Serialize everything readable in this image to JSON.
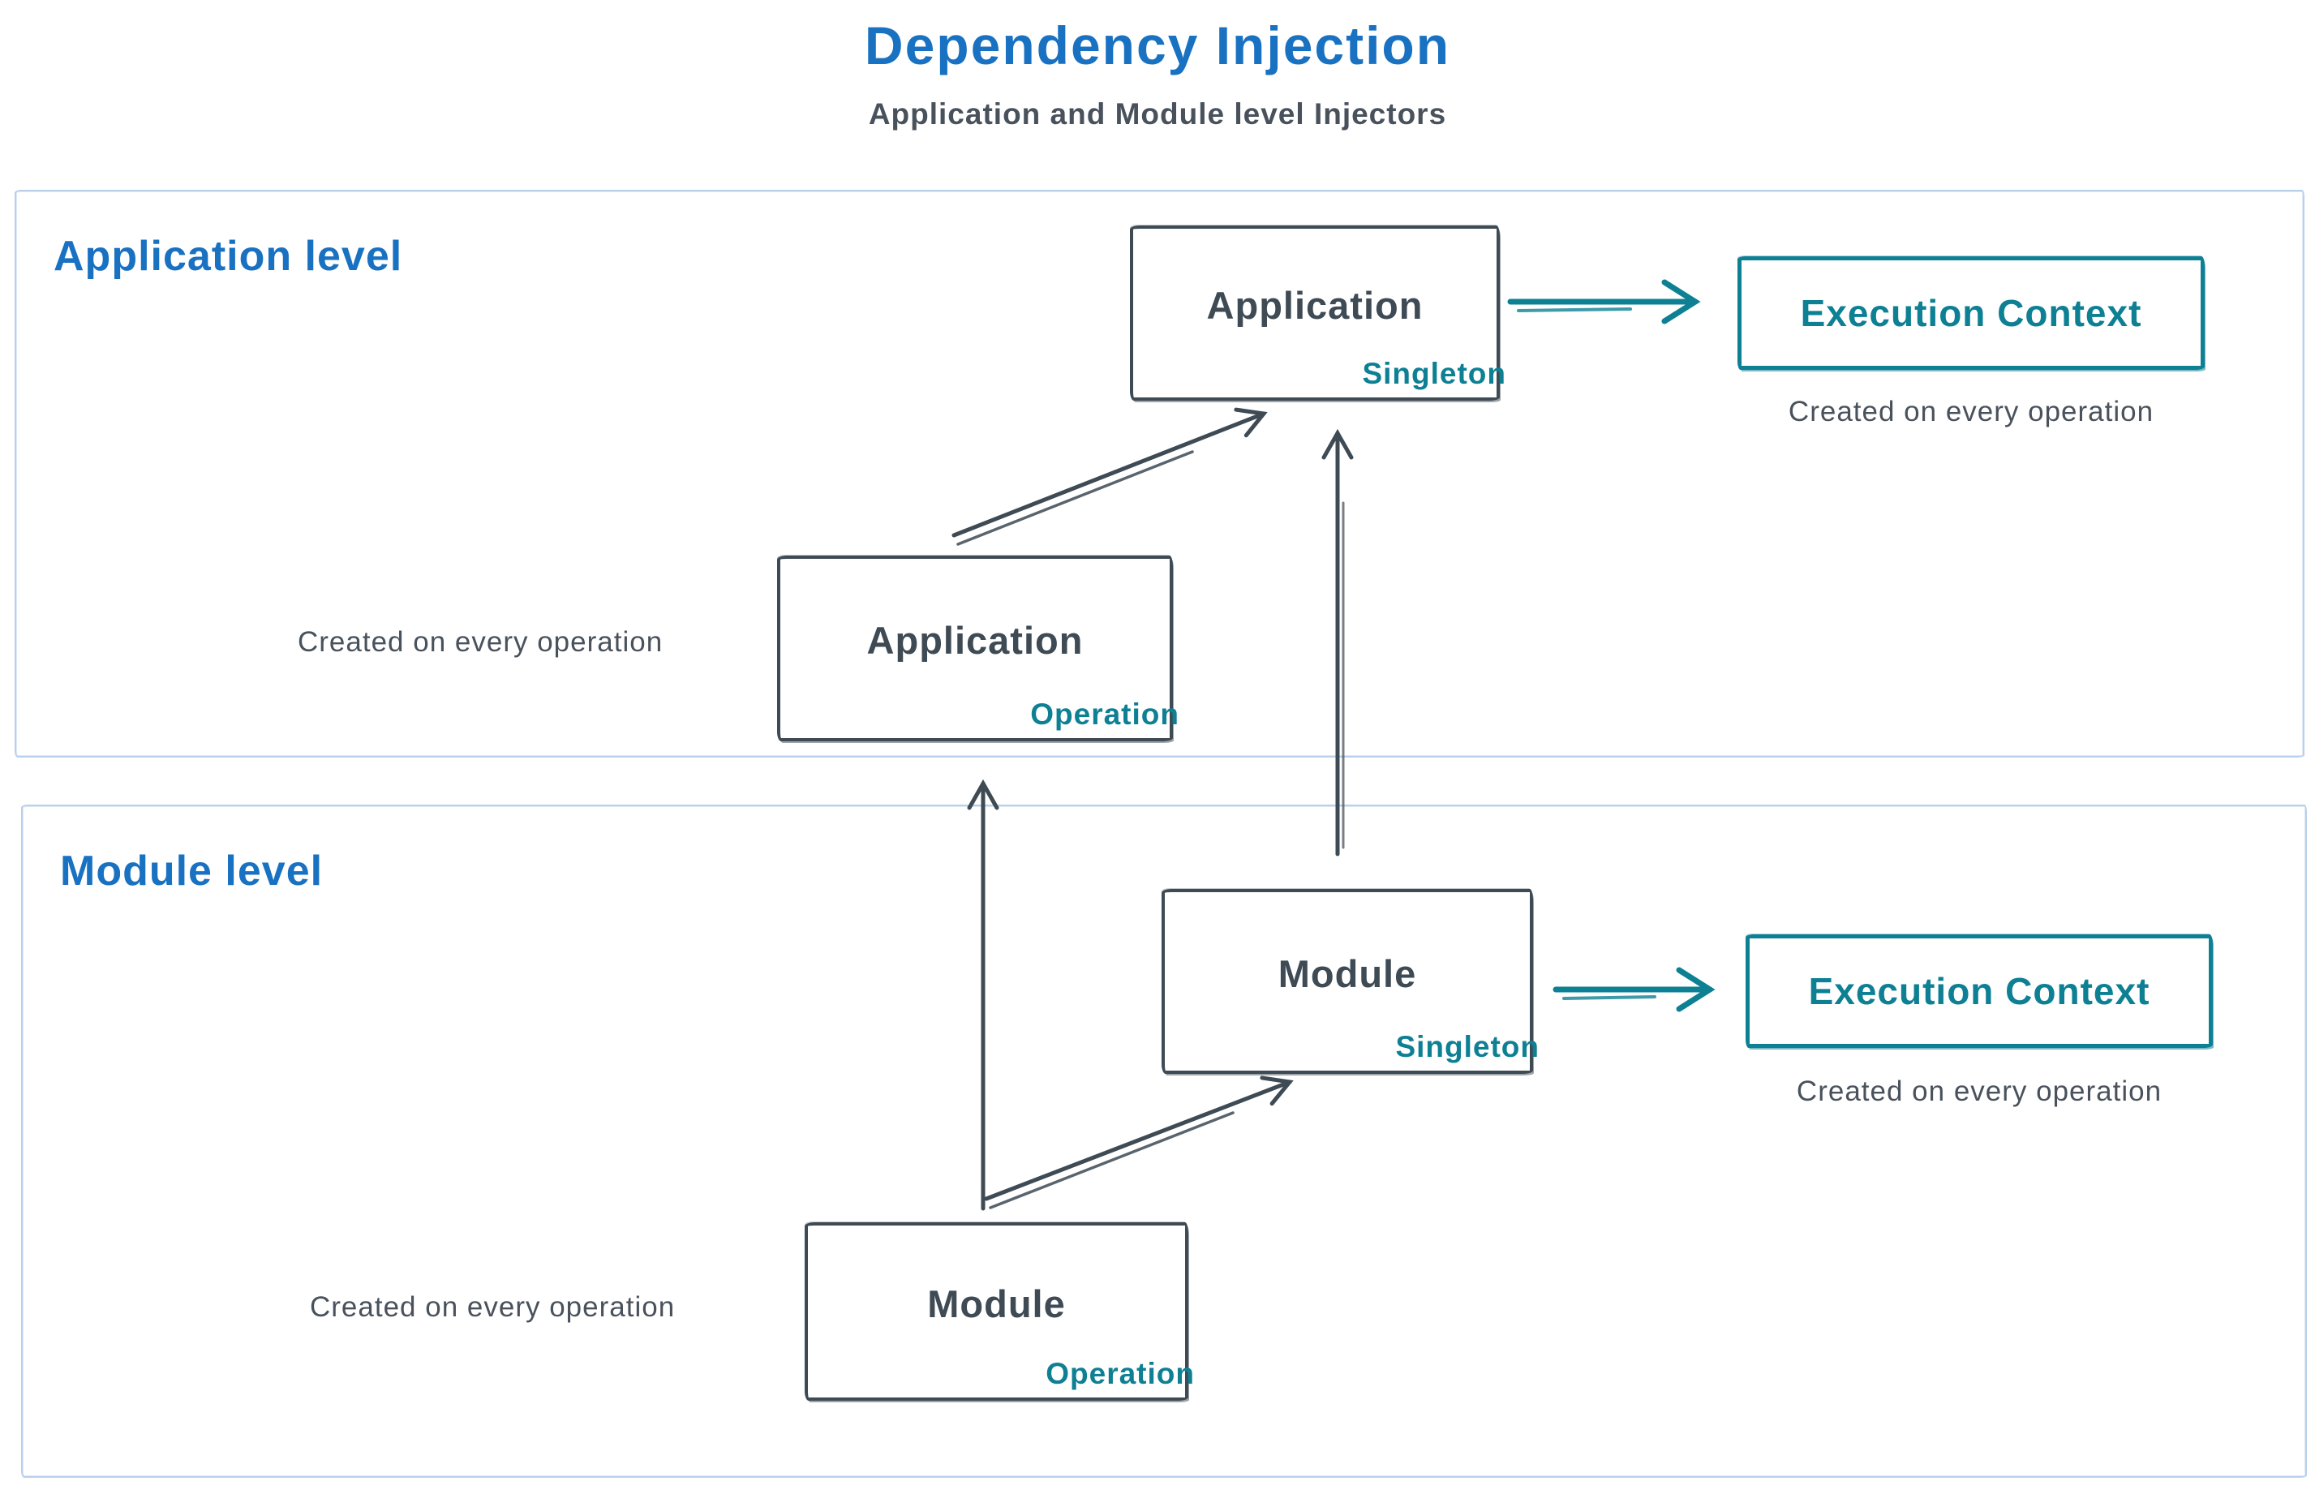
{
  "diagram": {
    "title": "Dependency Injection",
    "subtitle": "Application and Module level Injectors"
  },
  "colors": {
    "blue": "#1971c2",
    "teal": "#0e8094",
    "ink": "#3e4a54",
    "frame": "#b9d0ea"
  },
  "application_level": {
    "label": "Application level",
    "singleton_box": {
      "name": "Application",
      "scope": "Singleton"
    },
    "operation_box": {
      "name": "Application",
      "scope": "Operation"
    },
    "operation_caption": "Created on every operation",
    "execution_context": {
      "label": "Execution Context",
      "caption": "Created on every operation"
    }
  },
  "module_level": {
    "label": "Module level",
    "singleton_box": {
      "name": "Module",
      "scope": "Singleton"
    },
    "operation_box": {
      "name": "Module",
      "scope": "Operation"
    },
    "operation_caption": "Created on every operation",
    "execution_context": {
      "label": "Execution Context",
      "caption": "Created on every operation"
    }
  },
  "arrows": [
    {
      "from": "application-operation-box",
      "to": "application-singleton-box",
      "color": "ink"
    },
    {
      "from": "module-singleton-box",
      "to": "application-singleton-box",
      "color": "ink"
    },
    {
      "from": "module-operation-box",
      "to": "application-operation-box",
      "color": "ink"
    },
    {
      "from": "module-operation-box",
      "to": "module-singleton-box",
      "color": "ink"
    },
    {
      "from": "application-singleton-box",
      "to": "application-execution-context",
      "color": "teal"
    },
    {
      "from": "module-singleton-box",
      "to": "module-execution-context",
      "color": "teal"
    }
  ]
}
